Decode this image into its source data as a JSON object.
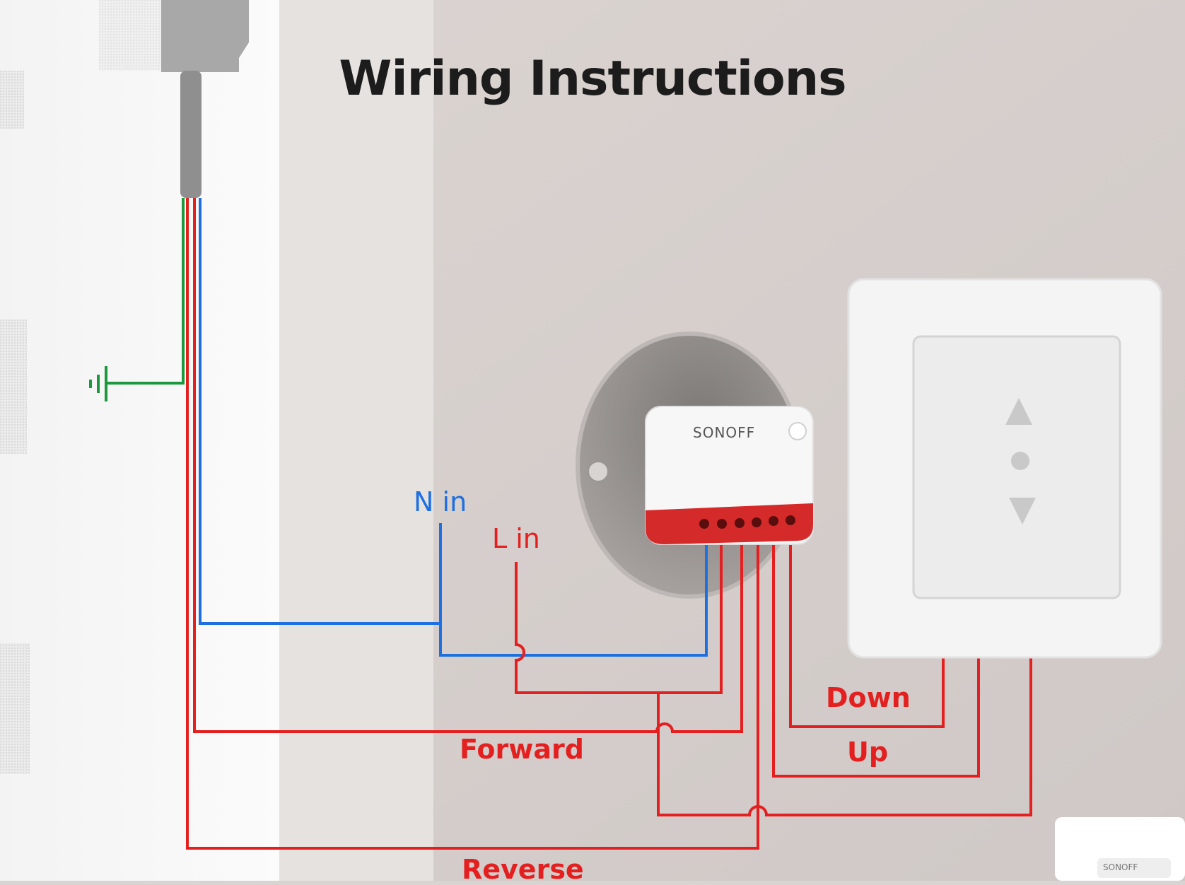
{
  "title": "Wiring Instructions",
  "device": {
    "brand": "SONOFF",
    "corner_brand": "SONOFF"
  },
  "labels": {
    "n_in": "N in",
    "l_in": "L in",
    "forward": "Forward",
    "reverse": "Reverse",
    "down": "Down",
    "up": "Up"
  },
  "colors": {
    "neutral_wire": "#1e6fe0",
    "live_wire": "#e41f1f",
    "ground_wire": "#1a9a3c",
    "title_text": "#1c1c1c",
    "module_accent": "#d42a2a"
  },
  "icons": {
    "ground": "ground-icon",
    "switch_up": "triangle-up-icon",
    "switch_stop": "circle-icon",
    "switch_down": "triangle-down-icon"
  }
}
